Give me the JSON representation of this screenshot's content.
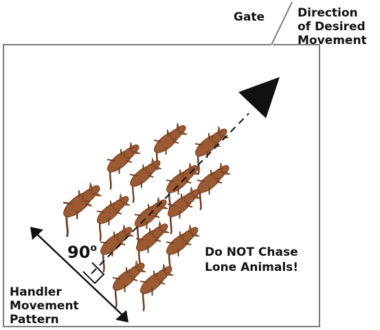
{
  "labels": {
    "gate": "Gate",
    "direction": [
      "Direction",
      "of Desired",
      "Movement"
    ],
    "angle": "90",
    "angle_unit": "o",
    "warning": [
      "Do NOT Chase",
      "Lone Animals!"
    ],
    "handler": [
      "Handler",
      "Movement",
      "Pattern"
    ]
  },
  "colors": {
    "animal_fill": "#9c5a32",
    "animal_stroke": "#6e3c1f",
    "outline": "#7a7a7a",
    "ink": "#111111"
  },
  "icons": {
    "animal": "cattle-icon",
    "direction_arrow": "arrow-up-right-icon",
    "handler_arrow": "double-headed-arrow-icon",
    "right_angle": "right-angle-marker-icon"
  },
  "animal_count": 15
}
